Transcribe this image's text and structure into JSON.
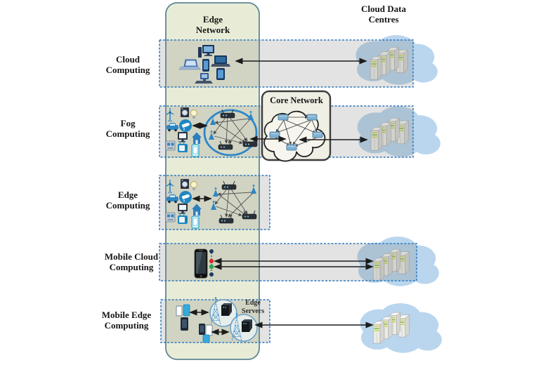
{
  "labels": {
    "edge_network": "Edge\nNetwork",
    "cloud_data_centres": "Cloud Data\nCentres",
    "core_network": "Core Network",
    "edge_servers": "Edge\nServers"
  },
  "rows": [
    {
      "id": "cloud-computing",
      "label": "Cloud\nComputing"
    },
    {
      "id": "fog-computing",
      "label": "Fog\nComputing"
    },
    {
      "id": "edge-computing",
      "label": "Edge\nComputing"
    },
    {
      "id": "mobile-cloud-computing",
      "label": "Mobile Cloud\nComputing"
    },
    {
      "id": "mobile-edge-computing",
      "label": "Mobile Edge\nComputing"
    }
  ],
  "colors": {
    "row_border": "#2e78bd",
    "row_fill": "rgba(128,128,128,0.22)",
    "edge_band_fill": "#e8ecd6",
    "edge_band_border": "#5e8796",
    "cloud_blue": "#b9d6ee",
    "arrow": "#1c1c1c",
    "core_box_fill": "#efefe4",
    "core_box_border": "#3c3c3c",
    "fog_ring": "#2e86c5",
    "device_blue": "#2f6fb5",
    "device_dark": "#1d3557",
    "accent_teal": "#35aadc",
    "dot_red": "#d93025",
    "dot_green": "#2da44e",
    "dot_navy": "#1f3864"
  },
  "icons": {
    "cloud-icon": "overlapping-ellipses",
    "server-rack-icon": "3d-tower-boxes",
    "router-icon": "dark-box-with-antennas",
    "wifi-node-icon": "blue-antenna-wedge",
    "cell-tower-icon": "dotted-lattice-triangle",
    "edge-server-icon": "black-tower-box",
    "desktop-icon": "monitor-with-tower",
    "laptop-icon": "screen-with-base",
    "smartphone-icon": "rounded-rect-screen",
    "tablet-icon": "rounded-rect-screen",
    "wind-turbine-icon": "pole-with-blades",
    "washing-machine-icon": "box-with-round-door",
    "lightbulb-icon": "bulb",
    "car-icon": "car-silhouette",
    "cctv-camera-icon": "white-camera-in-blue-circle",
    "smart-home-icon": "house",
    "tv-icon": "retro-tv",
    "smart-meter-icon": "meter-box",
    "status-dots-icon": "navy-red-green-navy-dots"
  }
}
